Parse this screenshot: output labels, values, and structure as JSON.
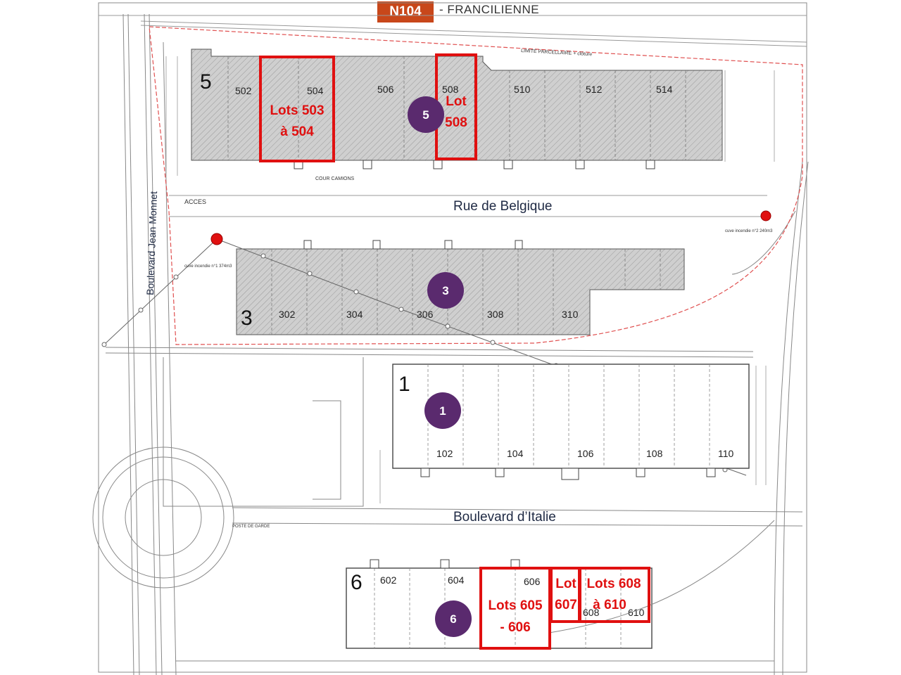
{
  "header": {
    "route_badge": "N104",
    "route_name": "- FRANCILIENNE"
  },
  "roads": {
    "rue_belgique": "Rue de Belgique",
    "bd_italie": "Boulevard d’Italie",
    "bd_jean_monnet": "Boulevard Jean Monnet"
  },
  "buildings": [
    {
      "id": "5",
      "marker": "5",
      "lots": [
        "502",
        "504",
        "506",
        "508",
        "510",
        "512",
        "514"
      ]
    },
    {
      "id": "3",
      "marker": "3",
      "lots": [
        "302",
        "304",
        "306",
        "308",
        "310"
      ]
    },
    {
      "id": "1",
      "marker": "1",
      "lots": [
        "102",
        "104",
        "106",
        "108",
        "110"
      ]
    },
    {
      "id": "6",
      "marker": "6",
      "lots": [
        "602",
        "604",
        "606",
        "608",
        "610"
      ]
    }
  ],
  "highlights": [
    {
      "lines": [
        "Lots 503",
        "à 504"
      ]
    },
    {
      "lines": [
        "Lot",
        "508"
      ]
    },
    {
      "lines": [
        "Lots 605",
        "- 606"
      ]
    },
    {
      "lines": [
        "Lot",
        "607"
      ]
    },
    {
      "lines": [
        "Lots 608",
        "à 610"
      ]
    }
  ],
  "annotations": {
    "acces": "ACCES",
    "cour_camions": "COUR CAMIONS",
    "limite_parcellaire": "LIMITE PARCELLAIRE + clôture",
    "cuve1": "cuve incendie n°1 374m3",
    "cuve2": "cuve incendie n°2 240m3",
    "poste_garde": "POSTE DE GARDE"
  },
  "colors": {
    "building_fill": "#c9c9c9",
    "highlight": "#e01010",
    "marker": "#5a2a6e",
    "route_badge": "#c8471a",
    "boundary": "#e05050"
  }
}
